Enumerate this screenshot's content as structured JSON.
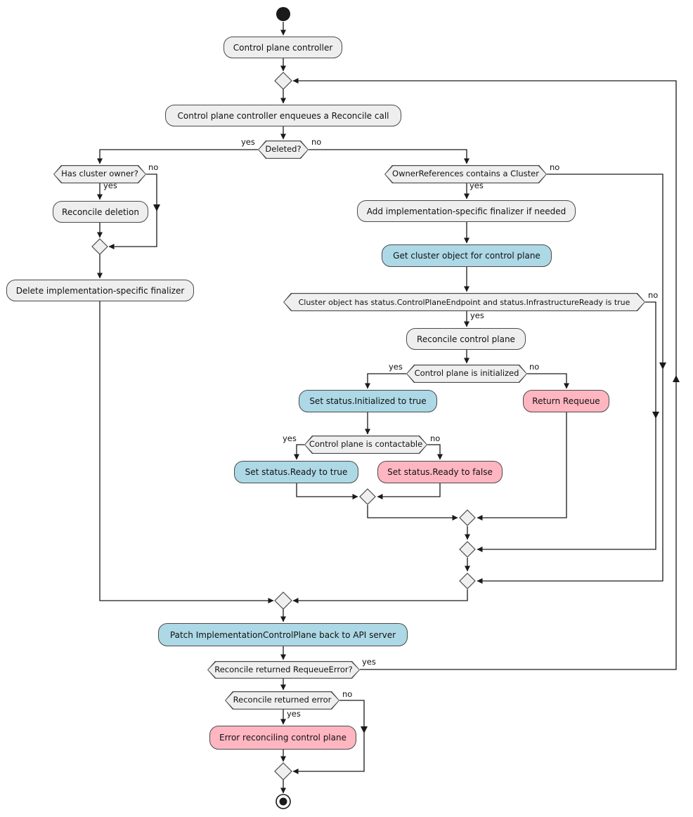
{
  "diagram": {
    "kind": "activity-flowchart",
    "colors": {
      "action_fill": "#EEEEEE",
      "decision_fill": "#EFEFEF",
      "info_fill": "#ADD8E6",
      "warn_fill": "#FFB6C1",
      "border": "#4A4A4A",
      "edge": "#1A1A1A"
    },
    "nodes": {
      "controller": "Control plane controller",
      "enqueue": "Control plane controller enqueues a Reconcile call",
      "deleted": "Deleted?",
      "has_owner": "Has cluster owner?",
      "reconcile_deletion": "Reconcile deletion",
      "delete_finalizer": "Delete implementation-specific finalizer",
      "owner_refs": "OwnerReferences contains a Cluster",
      "add_finalizer": "Add implementation-specific finalizer if needed",
      "get_cluster": "Get cluster object for control plane",
      "cluster_ready": "Cluster object has status.ControlPlaneEndpoint and status.InfrastructureReady is true",
      "reconcile_cp": "Reconcile control plane",
      "cp_initialized": "Control plane is initialized",
      "set_initialized": "Set status.Initialized to true",
      "return_requeue": "Return Requeue",
      "cp_contactable": "Control plane is contactable",
      "set_ready_true": "Set status.Ready to true",
      "set_ready_false": "Set status.Ready to false",
      "patch": "Patch ImplementationControlPlane back to API server",
      "requeue_error": "Reconcile returned RequeueError?",
      "returned_error": "Reconcile returned error",
      "error_reconciling": "Error reconciling control plane"
    },
    "edge_labels": {
      "deleted_yes": "yes",
      "deleted_no": "no",
      "has_owner_yes": "yes",
      "has_owner_no": "no",
      "owner_refs_yes": "yes",
      "owner_refs_no": "no",
      "cluster_ready_yes": "yes",
      "cluster_ready_no": "no",
      "cp_initialized_yes": "yes",
      "cp_initialized_no": "no",
      "cp_contactable_yes": "yes",
      "cp_contactable_no": "no",
      "requeue_error_yes": "yes",
      "returned_error_yes": "yes",
      "returned_error_no": "no"
    }
  }
}
